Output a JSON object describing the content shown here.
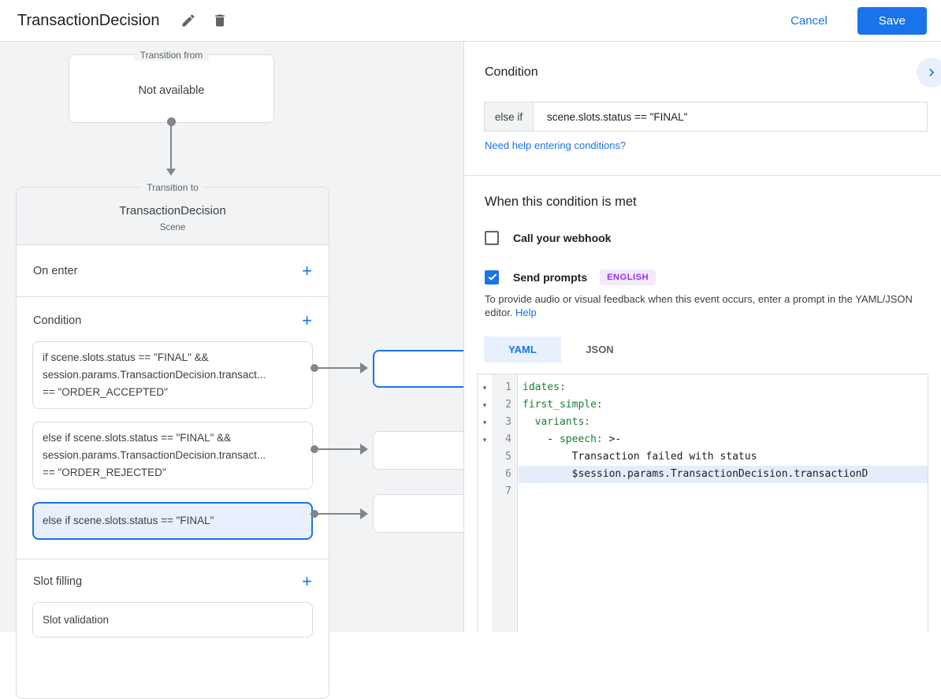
{
  "icons": {
    "edit": "edit-pencil",
    "delete": "trash",
    "chevron_right": "chevron-right",
    "fold_arrow": "▾",
    "add": "+"
  },
  "colors": {
    "accent_blue": "#1a73e8",
    "selection_blue": "#e8f0fe",
    "border_gray": "#dadce0",
    "canvas_gray": "#f1f3f4",
    "code_green": "#188038",
    "badge_purple": "#9334e6",
    "badge_bg": "#f3e8fd"
  },
  "header": {
    "title": "TransactionDecision",
    "cancel_label": "Cancel",
    "save_label": "Save"
  },
  "canvas": {
    "transition_from": {
      "label": "Transition from",
      "value": "Not available"
    },
    "scene_card": {
      "label": "Transition to",
      "title": "TransactionDecision",
      "subtitle": "Scene"
    },
    "on_enter": {
      "label": "On enter",
      "add": "+"
    },
    "condition": {
      "label": "Condition",
      "add": "+",
      "cards": [
        {
          "selected": false,
          "lines": [
            "if scene.slots.status == \"FINAL\" &&",
            "session.params.TransactionDecision.transact...",
            "== \"ORDER_ACCEPTED\""
          ]
        },
        {
          "selected": false,
          "lines": [
            "else if scene.slots.status == \"FINAL\" &&",
            "session.params.TransactionDecision.transact...",
            "== \"ORDER_REJECTED\""
          ]
        },
        {
          "selected": true,
          "lines": [
            "else if scene.slots.status == \"FINAL\""
          ]
        }
      ]
    },
    "slot_filling": {
      "label": "Slot filling",
      "add": "+",
      "items": [
        "Slot validation"
      ]
    }
  },
  "panel": {
    "title": "Condition",
    "condition_row": {
      "prefix": "else if",
      "value": "scene.slots.status == \"FINAL\""
    },
    "help_link": "Need help entering conditions?",
    "when_met": {
      "title": "When this condition is met",
      "webhook": {
        "label": "Call your webhook",
        "checked": false
      },
      "prompts": {
        "label": "Send prompts",
        "checked": true,
        "badge": "ENGLISH"
      },
      "description": "To provide audio or visual feedback when this event occurs, enter a prompt in the YAML/JSON editor.",
      "help_label": "Help"
    },
    "tabs": [
      {
        "label": "YAML",
        "active": true
      },
      {
        "label": "JSON",
        "active": false
      }
    ],
    "editor": {
      "lines": [
        {
          "num": "1",
          "fold": true,
          "highlight": false,
          "pre": "",
          "key": "idates:",
          "post": ""
        },
        {
          "num": "2",
          "fold": true,
          "highlight": false,
          "pre": "",
          "key": "first_simple:",
          "post": ""
        },
        {
          "num": "3",
          "fold": true,
          "highlight": false,
          "pre": "  ",
          "key": "variants:",
          "post": ""
        },
        {
          "num": "4",
          "fold": true,
          "highlight": false,
          "pre": "    - ",
          "key": "speech:",
          "post": " >-"
        },
        {
          "num": "5",
          "fold": false,
          "highlight": false,
          "pre": "        Transaction failed with status",
          "key": "",
          "post": ""
        },
        {
          "num": "6",
          "fold": false,
          "highlight": true,
          "pre": "        $session.params.TransactionDecision.transactionD",
          "key": "",
          "post": ""
        },
        {
          "num": "7",
          "fold": false,
          "highlight": false,
          "pre": "",
          "key": "",
          "post": ""
        }
      ]
    }
  }
}
